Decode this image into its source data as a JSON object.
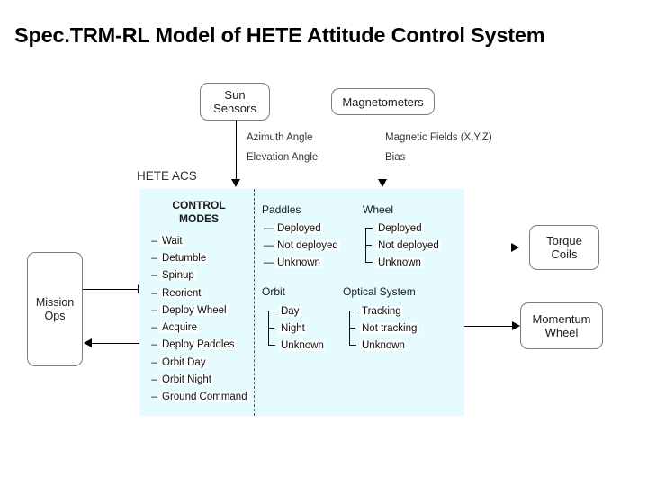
{
  "slide": {
    "title": "Spec.TRM-RL Model of HETE Attitude Control System"
  },
  "external_boxes": {
    "sun_sensors": {
      "line1": "Sun",
      "line2": "Sensors"
    },
    "magnetometers": {
      "label": "Magnetometers"
    },
    "mission_ops": {
      "line1": "Mission",
      "line2": "Ops"
    },
    "torque_coils": {
      "line1": "Torque",
      "line2": "Coils"
    },
    "momentum_wheel": {
      "line1": "Momentum",
      "line2": "Wheel"
    }
  },
  "signals": {
    "azimuth_angle": "Azimuth Angle",
    "elevation_angle": "Elevation Angle",
    "magnetic_fields": "Magnetic Fields (X,Y,Z)",
    "bias": "Bias"
  },
  "acs": {
    "label": "HETE ACS",
    "panel_color": "#e6fbfd",
    "control_modes": {
      "heading_line1": "CONTROL",
      "heading_line2": "MODES",
      "bullet": "–",
      "items": [
        "Wait",
        "Detumble",
        "Spinup",
        "Reorient",
        "Deploy Wheel",
        "Acquire",
        "Deploy Paddles",
        "Orbit Day",
        "Orbit Night",
        "Ground Command"
      ]
    },
    "groups": [
      {
        "name": "paddles",
        "heading": "Paddles",
        "style": "dash",
        "bullet": "—",
        "items": [
          "Deployed",
          "Not deployed",
          "Unknown"
        ]
      },
      {
        "name": "wheel",
        "heading": "Wheel",
        "style": "bracket",
        "bullet": "",
        "items": [
          "Deployed",
          "Not deployed",
          "Unknown"
        ]
      },
      {
        "name": "orbit",
        "heading": "Orbit",
        "style": "bracket",
        "bullet": "",
        "items": [
          "Day",
          "Night",
          "Unknown"
        ]
      },
      {
        "name": "optical-system",
        "heading": "Optical System",
        "style": "bracket",
        "bullet": "",
        "items": [
          "Tracking",
          "Not tracking",
          "Unknown"
        ]
      }
    ]
  }
}
